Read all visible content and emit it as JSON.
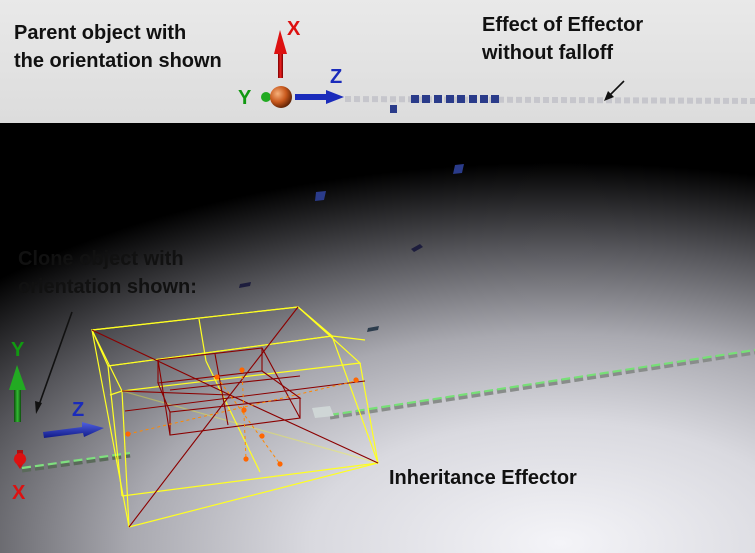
{
  "captions": {
    "parent_object": "Parent object with\nthe orientation shown",
    "effector_no_falloff": "Effect of Effector\nwithout falloff",
    "clone_object": "Clone object with\norientation shown:",
    "inheritance_effector": "Inheritance Effector"
  },
  "parent_axes": {
    "x": "X",
    "y": "Y",
    "z": "Z"
  },
  "clone_axes": {
    "x": "X",
    "y": "Y",
    "z": "Z"
  },
  "colors": {
    "axis_x": "#dd1111",
    "axis_y": "#119911",
    "axis_z": "#1a2bbb",
    "clone_strip": "#2a2a7a",
    "effector_box": "#ffff22",
    "inner_box": "#8b0000",
    "falloff_line": "#55dd55"
  },
  "icons": [
    "arrow-x-icon",
    "arrow-y-icon",
    "arrow-z-icon",
    "sphere-icon",
    "callout-arrow-icon"
  ]
}
